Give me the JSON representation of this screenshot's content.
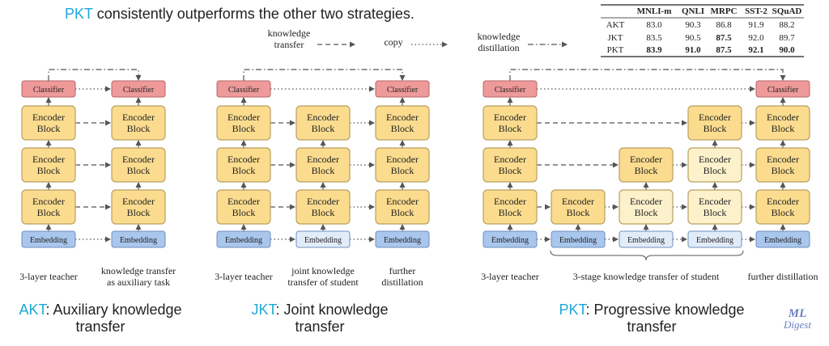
{
  "headline": {
    "accent": "PKT",
    "rest": " consistently outperforms the other two strategies."
  },
  "legend": {
    "kt": "knowledge\ntransfer",
    "copy": "copy",
    "kd": "knowledge\ndistillation"
  },
  "table": {
    "columns": [
      "",
      "MNLI-m",
      "QNLI",
      "MRPC",
      "SST-2",
      "SQuAD"
    ],
    "rows": [
      {
        "name": "AKT",
        "values": [
          "83.0",
          "90.3",
          "86.8",
          "91.9",
          "88.2"
        ],
        "bold": [
          false,
          false,
          false,
          false,
          false
        ]
      },
      {
        "name": "JKT",
        "values": [
          "83.5",
          "90.5",
          "87.5",
          "92.0",
          "89.7"
        ],
        "bold": [
          false,
          false,
          true,
          false,
          false
        ]
      },
      {
        "name": "PKT",
        "values": [
          "83.9",
          "91.0",
          "87.5",
          "92.1",
          "90.0"
        ],
        "bold": [
          true,
          true,
          true,
          true,
          true
        ]
      }
    ]
  },
  "blocks": {
    "classifier": "Classifier",
    "encoder": "Encoder\nBlock",
    "embedding": "Embedding"
  },
  "colors": {
    "classifier_fill": "#ef9a9a",
    "classifier_stroke": "#b56565",
    "encoder_fill": "#fbdc8e",
    "encoder_stroke": "#b8a060",
    "encoder_light_fill": "#fdf1cc",
    "embedding_fill": "#a9c6ec",
    "embedding_stroke": "#6f8fbf",
    "embedding_light_fill": "#e2ecf8",
    "accent": "#1ea7d8"
  },
  "labels": {
    "akt_teacher": "3-layer teacher",
    "akt_student": "knowledge transfer\nas auxiliary task",
    "jkt_teacher": "3-layer teacher",
    "jkt_student": "joint knowledge\ntransfer of student",
    "jkt_further": "further\ndistillation",
    "pkt_teacher": "3-layer teacher",
    "pkt_stages": "3-stage knowledge transfer of student",
    "pkt_further": "further distillation"
  },
  "captions": {
    "akt": {
      "accent": "AKT",
      "rest": ": Auxiliary knowledge\ntransfer"
    },
    "jkt": {
      "accent": "JKT",
      "rest": ": Joint knowledge\ntransfer"
    },
    "pkt": {
      "accent": "PKT",
      "rest": ": Progressive knowledge\ntransfer"
    }
  },
  "logo": {
    "line1": "ML",
    "line2": "Digest"
  }
}
